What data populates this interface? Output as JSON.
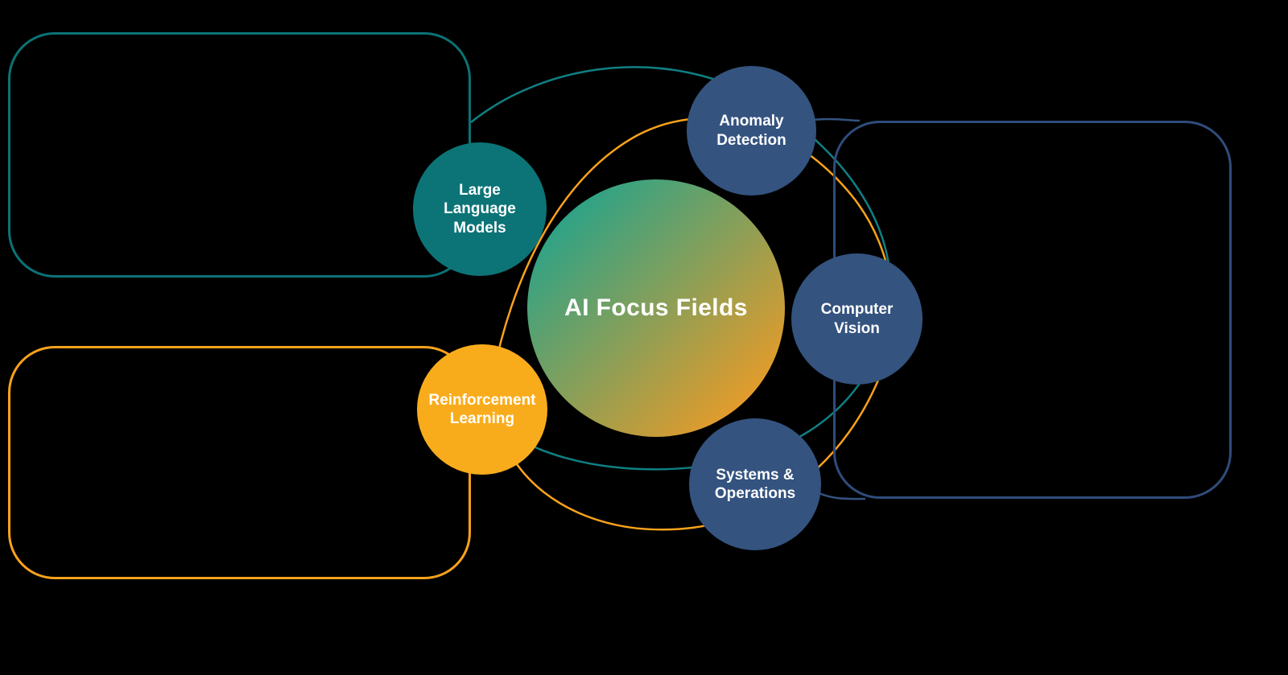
{
  "diagram": {
    "title": "AI Focus Fields",
    "nodes": {
      "center": {
        "label": "AI Focus Fields"
      },
      "llm": {
        "label": "Large Language Models"
      },
      "anomaly": {
        "label": "Anomaly Detection"
      },
      "computer_vision": {
        "label": "Computer Vision"
      },
      "systems": {
        "label": "Systems & Operations"
      },
      "reinforcement": {
        "label": "Reinforcement Learning"
      }
    },
    "colors": {
      "background": "#000000",
      "teal": "#0F8084",
      "orange": "#F9A21B",
      "blue": "#34537F",
      "teal_circle": "#0C7477",
      "orange_circle": "#F9AC1B",
      "blue_circle": "#34537F",
      "panel_teal_border": "#0B7276",
      "panel_orange_border": "#F9A21B",
      "panel_blue_border": "#2F4C7C",
      "center_gradient_start": "#28A389",
      "center_gradient_end": "#E99B28",
      "text": "#FFFFFF"
    }
  }
}
